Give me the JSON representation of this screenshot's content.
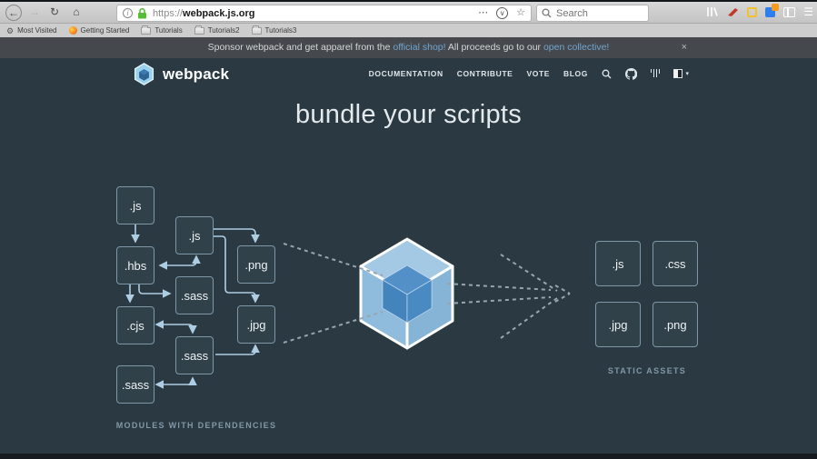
{
  "browser": {
    "url_prefix": "https://",
    "url_host": "webpack.js.org",
    "search_placeholder": "Search",
    "bookmarks": [
      {
        "icon": "gear-icon",
        "label": "Most Visited"
      },
      {
        "icon": "firefox-icon",
        "label": "Getting Started"
      },
      {
        "icon": "folder-icon",
        "label": "Tutorials"
      },
      {
        "icon": "folder-icon",
        "label": "Tutorials2"
      },
      {
        "icon": "folder-icon",
        "label": "Tutorials3"
      }
    ]
  },
  "icons": {
    "back": "←",
    "forward": "→",
    "reload": "↻",
    "home": "⌂",
    "info": "i",
    "dots": "⋯",
    "pocket": "∨",
    "star": "☆",
    "hamburger": "☰",
    "gear": "⚙",
    "close": "×",
    "caret": "▾"
  },
  "banner": {
    "text_1": "Sponsor webpack and get apparel from the ",
    "link_1": "official shop!",
    "text_2": " All proceeds go to our ",
    "link_2": "open collective!"
  },
  "header": {
    "brand": "webpack",
    "nav": [
      "DOCUMENTATION",
      "CONTRIBUTE",
      "VOTE",
      "BLOG"
    ]
  },
  "hero": {
    "title": "bundle your scripts"
  },
  "diagram": {
    "modules": [
      ".js",
      ".hbs",
      ".cjs",
      ".sass",
      ".js",
      ".sass",
      ".sass",
      ".png",
      ".jpg"
    ],
    "assets": [
      ".js",
      ".css",
      ".jpg",
      ".png"
    ],
    "modules_label": "MODULES WITH DEPENDENCIES",
    "assets_label": "STATIC ASSETS"
  },
  "colors": {
    "page_bg": "#2b3a42",
    "banner_bg": "#45484c",
    "banner_link": "#6fa5d2",
    "box_border": "#7e98a8",
    "arrow": "#aecde3",
    "dashed": "#97a5ad",
    "cube_outer": "#96c1de",
    "cube_inner": "#4a89c2",
    "lock_green": "#57bd35",
    "label_text": "#8297a6"
  }
}
